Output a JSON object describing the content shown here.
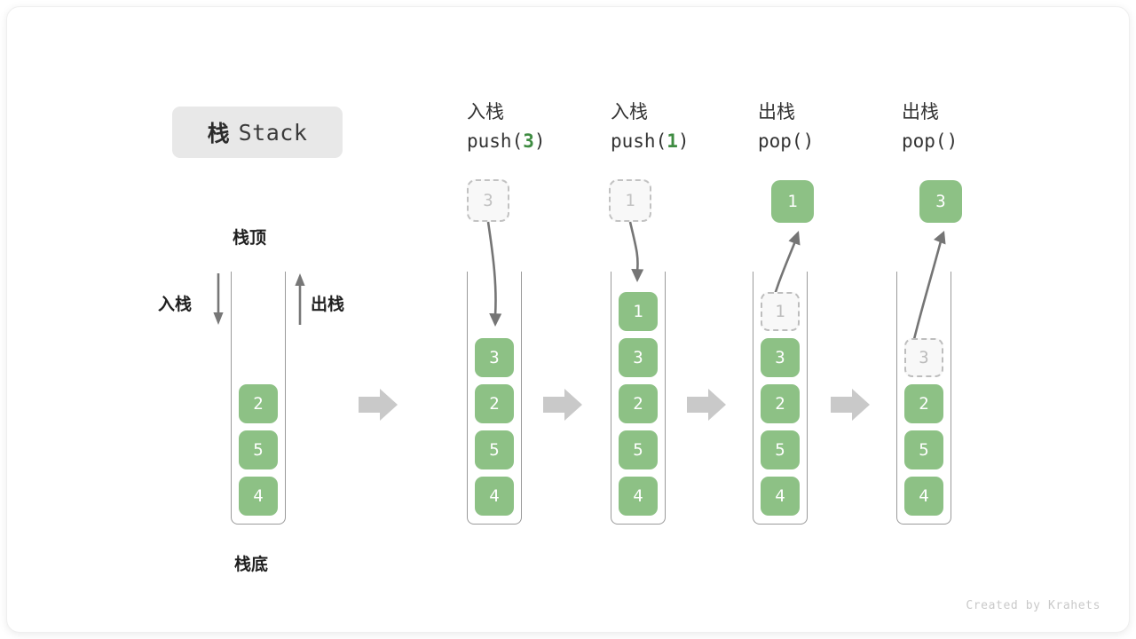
{
  "title": {
    "cn": "栈",
    "en": "Stack"
  },
  "colors": {
    "cell_green": "#8dc185",
    "ghost_gray": "#bdbdbd",
    "arrow_gray": "#808080",
    "block_arrow": "#c9c9c9",
    "accent_green_text": "#3f8c42",
    "badge_bg": "#e8e8e8"
  },
  "annotations": {
    "stack_top": "栈顶",
    "stack_bottom": "栈底",
    "push_label": "入栈",
    "pop_label": "出栈"
  },
  "steps": [
    {
      "id": "initial",
      "op_cn": "",
      "op_code": "",
      "op_arg": "",
      "cells": [
        "2",
        "5",
        "4"
      ],
      "floating": null
    },
    {
      "id": "push-3",
      "op_cn": "入栈",
      "op_code_prefix": "push(",
      "op_arg": "3",
      "op_code_suffix": ")",
      "cells": [
        "3",
        "2",
        "5",
        "4"
      ],
      "floating": {
        "value": "3",
        "style": "ghost",
        "direction": "in"
      }
    },
    {
      "id": "push-1",
      "op_cn": "入栈",
      "op_code_prefix": "push(",
      "op_arg": "1",
      "op_code_suffix": ")",
      "cells": [
        "1",
        "3",
        "2",
        "5",
        "4"
      ],
      "floating": {
        "value": "1",
        "style": "ghost",
        "direction": "in"
      }
    },
    {
      "id": "pop-1",
      "op_cn": "出栈",
      "op_code_prefix": "pop(",
      "op_arg": "",
      "op_code_suffix": ")",
      "cells": [
        "1",
        "3",
        "2",
        "5",
        "4"
      ],
      "ghost_index": 0,
      "floating": {
        "value": "1",
        "style": "filled",
        "direction": "out"
      }
    },
    {
      "id": "pop-3",
      "op_cn": "出栈",
      "op_code_prefix": "pop(",
      "op_arg": "",
      "op_code_suffix": ")",
      "cells": [
        "3",
        "2",
        "5",
        "4"
      ],
      "ghost_index": 0,
      "floating": {
        "value": "3",
        "style": "filled",
        "direction": "out"
      }
    }
  ],
  "footer": "Created by Krahets"
}
